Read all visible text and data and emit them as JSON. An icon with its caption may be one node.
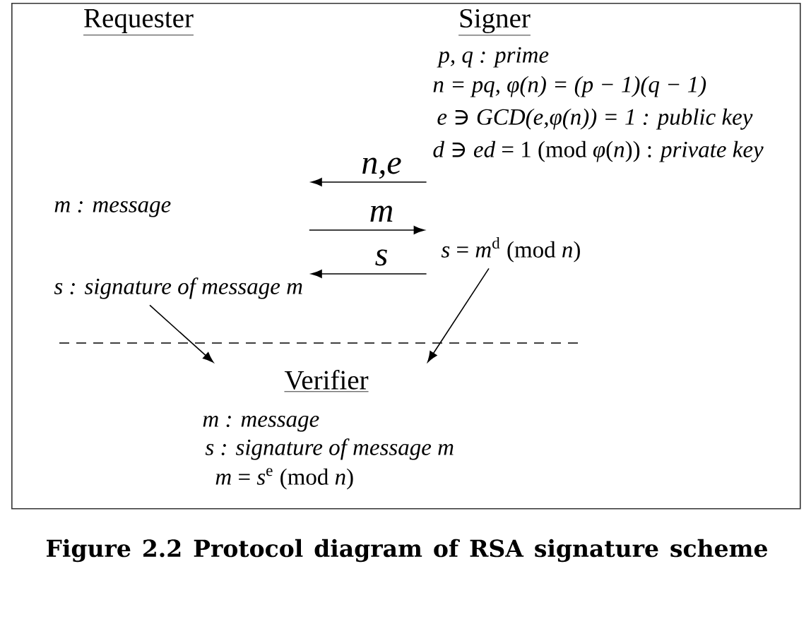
{
  "diagram": {
    "caption": "Figure 2.2 Protocol diagram of RSA signature scheme",
    "nodes": [
      {
        "text": [],
        "shape": "box"
      },
      {
        "text": [
          "Requester",
          "m : message",
          "s : signature of message m"
        ],
        "in": 0
      },
      {
        "text": [
          "Signer",
          "p, q : prime",
          "n = pq, φ(n) = (p − 1)(q − 1)",
          "e ∋ GCD(e,φ(n)) = 1 : public key",
          "*d* ∋ *ed* = 1 (mod *φ*(*n*)) : *private key*",
          "*s* = *m*$^{d}$ (mod *n*)"
        ],
        "in": 0
      },
      {
        "text": [
          "Verifier",
          "m : message",
          "s : signature of message m",
          "*m* = *s*$^{e}$ (mod *n*)"
        ],
        "in": 0
      }
    ],
    "edges": [
      {
        "from": 2,
        "to": 1,
        "arrow": "to",
        "label": "n,e"
      },
      {
        "from": 1,
        "to": 2,
        "arrow": "to",
        "label": "m"
      },
      {
        "from": 2,
        "to": 1,
        "arrow": "to",
        "label": "s"
      },
      {
        "from": 1,
        "to": 3,
        "arrow": "to"
      },
      {
        "from": 2,
        "to": 3,
        "arrow": "to"
      }
    ]
  }
}
